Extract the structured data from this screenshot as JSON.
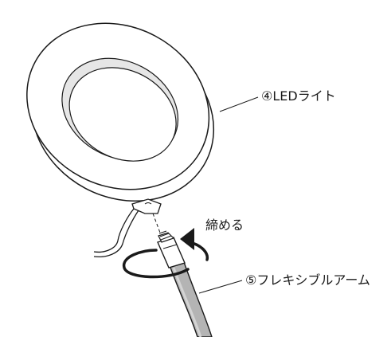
{
  "labels": {
    "led_light": "④LEDライト",
    "tighten": "締める",
    "flexible_arm": "⑤フレキシブルアーム"
  },
  "colors": {
    "line": "#1a1a1a",
    "ring_shade": "#e6e6e6",
    "arm_fill": "#b4b4b4",
    "arm_highlight": "#d4d4d4",
    "background": "#ffffff"
  }
}
